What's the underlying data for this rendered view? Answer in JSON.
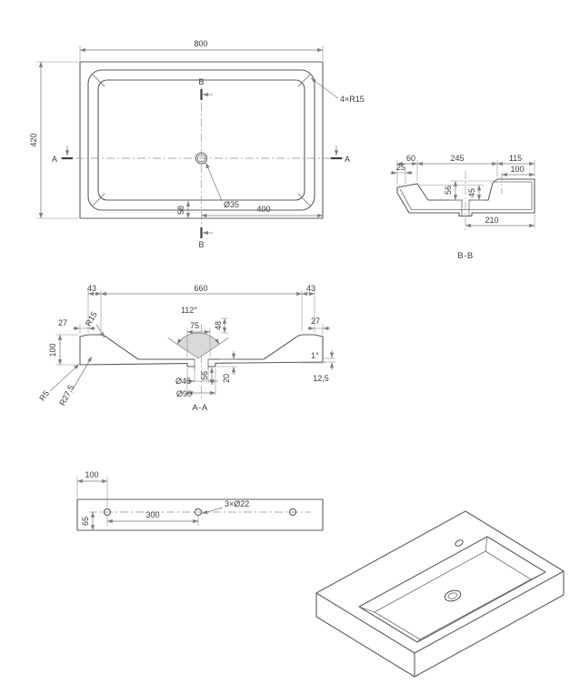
{
  "colors": {
    "line": "#5c5c5c",
    "dimension_line": "#7d7d7d",
    "text": "#3c3c3c",
    "angle_sector_fill": "#d9d9d9",
    "background": "#ffffff"
  },
  "views": {
    "top": {
      "dim_800": "800",
      "dim_420": "420",
      "corner_note": "4×R15",
      "dim_58": "58",
      "drain_dia": "Ø35",
      "dim_400": "400",
      "marker_a": "A",
      "marker_b": "B"
    },
    "section_bb": {
      "label": "B-B",
      "dim_25": "25",
      "dim_60": "60",
      "dim_245": "245",
      "dim_115": "115",
      "dim_100": "100",
      "dim_56": "56",
      "dim_45": "45",
      "dim_210": "210"
    },
    "section_aa": {
      "label": "A-A",
      "dim_43_left": "43",
      "dim_660": "660",
      "dim_43_right": "43",
      "angle_112": "112°",
      "dim_27_left": "27",
      "radius_r15": "R15",
      "dim_75": "75",
      "dim_48": "48",
      "dim_27_right": "27",
      "dim_100": "100",
      "radius_r5": "R5",
      "radius_r27_5": "R27,5",
      "drain_dia_45": "Ø45",
      "drain_dia_90": "Ø90",
      "dim_56": "56",
      "dim_20": "20",
      "angle_1": "1°",
      "dim_12_5": "12,5"
    },
    "back": {
      "dim_100": "100",
      "dim_65": "65",
      "dim_300": "300",
      "holes_note": "3×Ø22"
    }
  }
}
